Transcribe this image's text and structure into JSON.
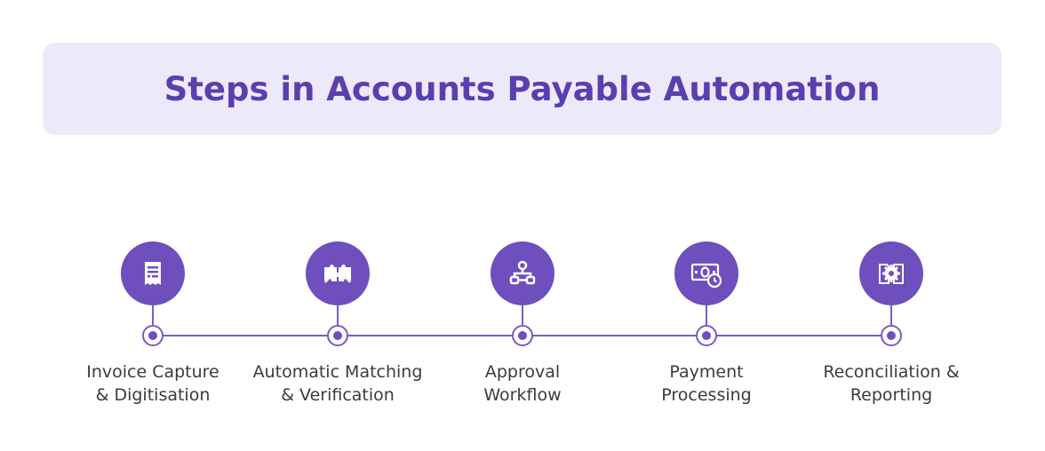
{
  "title": "Steps in Accounts Payable Automation",
  "colors": {
    "accent": "#6e4fbd",
    "title": "#5a3fae",
    "banner_bg": "#ece9fb",
    "line": "#7b5cc4",
    "label_text": "#3b3b3b"
  },
  "steps": [
    {
      "icon": "invoice-receipt-icon",
      "line1": "Invoice Capture",
      "line2": "& Digitisation"
    },
    {
      "icon": "puzzle-pieces-icon",
      "line1": "Automatic Matching",
      "line2": "& Verification"
    },
    {
      "icon": "flowchart-icon",
      "line1": "Approval",
      "line2": "Workflow"
    },
    {
      "icon": "money-clock-icon",
      "line1": "Payment",
      "line2": "Processing"
    },
    {
      "icon": "gear-documents-icon",
      "line1": "Reconciliation &",
      "line2": "Reporting"
    }
  ]
}
